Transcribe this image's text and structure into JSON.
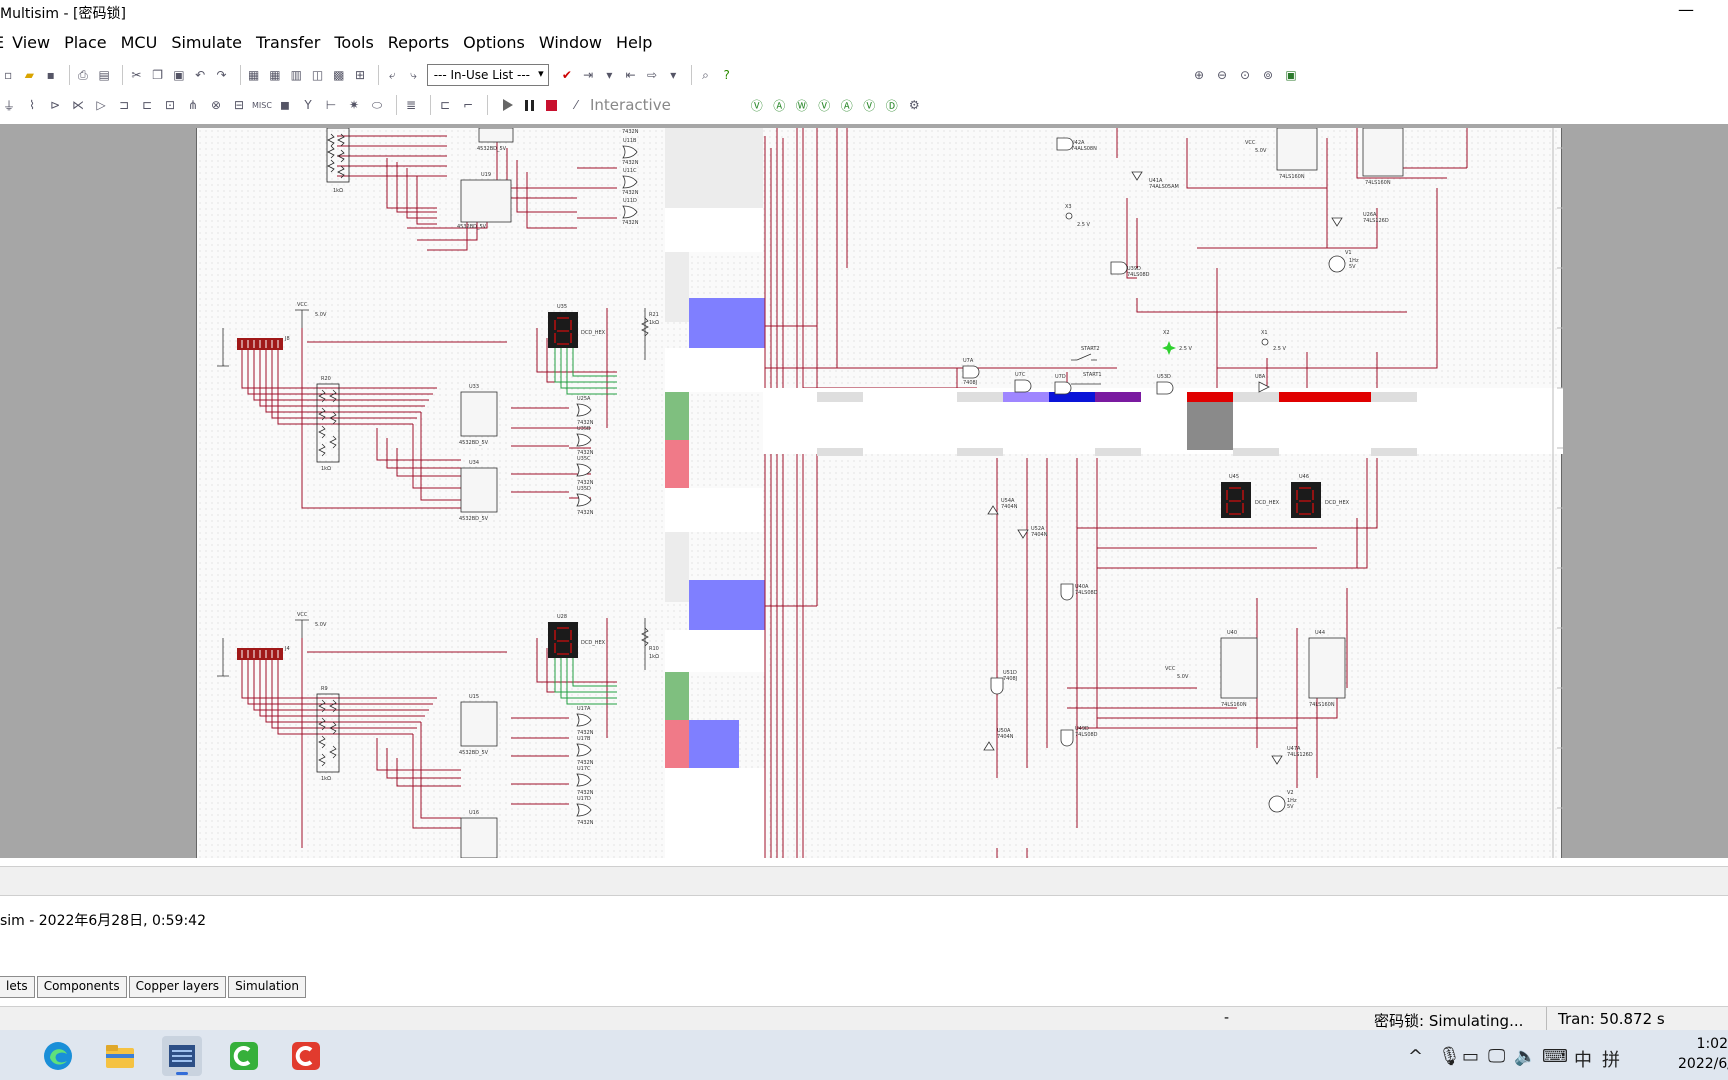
{
  "window": {
    "title": "Multisim - [密码锁]",
    "minimize_glyph": "—"
  },
  "menu": [
    "View",
    "Place",
    "MCU",
    "Simulate",
    "Transfer",
    "Tools",
    "Reports",
    "Options",
    "Window",
    "Help"
  ],
  "menu_partial_left": "E",
  "toolbar": {
    "inuse_label": "--- In-Use List ---",
    "interactive_label": "Interactive"
  },
  "schematic": {
    "vcc_label": "VCC",
    "voltage_5": "5.0V",
    "dcd_label": "DCD_HEX",
    "res_1k": "1kΩ",
    "u35": "U35",
    "u28": "U28",
    "u45": "U45",
    "u46": "U46",
    "r20": "R20",
    "r9": "R9",
    "r21": "R21",
    "r10": "R10",
    "u33": "U33",
    "u34": "U34",
    "u15": "U15",
    "u16": "U16",
    "u19": "U19",
    "chip_4532": "4532BD_5V",
    "chip_7432": "7432N",
    "chip_74ls160": "74LS160N",
    "chip_74ls08": "74LS08D",
    "chip_7404": "7404N",
    "chip_7408": "7408J",
    "chip_74ls126": "74LS126D",
    "probe_x1": "X1",
    "probe_x2": "X2",
    "probe_x3": "X3",
    "probe_v": "2.5 V",
    "start1": "START1",
    "start2": "START2",
    "v1": "V1",
    "v2": "V2",
    "v_freq": "1Hz",
    "v_amp": "5V",
    "u41a": "U41A",
    "u42a": "U42A",
    "u39d": "U39D",
    "u26a": "U26A",
    "u54a": "U54A",
    "u52a": "U52A",
    "u40a": "U40A",
    "u51d": "U51D",
    "u50a": "U50A",
    "u49d": "U49D",
    "u47a": "U47A",
    "u40": "U40",
    "u44": "U44",
    "u7a": "U7A",
    "u7c": "U7C",
    "u7d": "U7D",
    "u53d": "U53D",
    "u8a": "U8A",
    "chip_74als05": "74ALS05AM",
    "chip_74als08": "74ALS08N",
    "u25a": "U25A",
    "u35b": "U35B",
    "u35c": "U35C",
    "u35d": "U35D",
    "u17a": "U17A",
    "u17b": "U17B",
    "u17c": "U17C",
    "u17d": "U17D",
    "u11b": "U11B",
    "u11c": "U11C",
    "u11d": "U11D",
    "j_label": "J8",
    "j_label2": "J4",
    "colors": {
      "wire": "#a0102a",
      "green_wire": "#23a043",
      "dip": "#a01818",
      "block_blue": "#7f7fff",
      "block_green": "#7fbf7f",
      "block_pink": "#f07a88",
      "bar_red": "#e00000",
      "bar_blue": "#0a14d8",
      "bar_purple": "#7a1aa0",
      "bar_lav": "#9f86ff",
      "gray_block": "#8a8a8a"
    }
  },
  "log": {
    "line": "sim  -  2022年6月28日, 0:59:42"
  },
  "tabs": [
    "lets",
    "Components",
    "Copper layers",
    "Simulation"
  ],
  "status": {
    "dash": "-",
    "sim": "密码锁: Simulating...",
    "tran": "Tran: 50.872 s"
  },
  "taskbar": {
    "apps": [
      {
        "name": "edge-icon"
      },
      {
        "name": "file-explorer-icon"
      },
      {
        "name": "multisim-icon"
      },
      {
        "name": "camtasia-green-icon"
      },
      {
        "name": "camtasia-red-icon"
      }
    ],
    "ime_lang": "中",
    "ime_mode": "拼",
    "time": "1:02",
    "date": "2022/6/"
  }
}
